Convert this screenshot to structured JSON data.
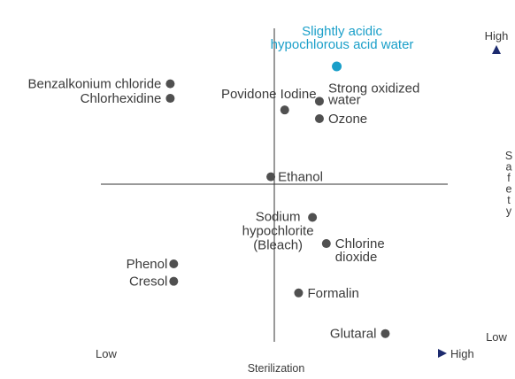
{
  "chart_data": {
    "type": "scatter",
    "title": "",
    "xlabel": "Sterilization",
    "ylabel": "Safety",
    "x_low": "Low",
    "x_high": "High",
    "y_low": "Low",
    "y_high": "High",
    "highlight_color": "#1a9fc9",
    "point_color": "#505050",
    "axis_gradient": [
      "#2aa8d8",
      "#1c2a6e"
    ],
    "points": [
      {
        "id": "slightly-acidic-hypochlorous-acid-water",
        "lines": [
          "Slightly acidic",
          "hypochlorous acid water"
        ],
        "x": 0.68,
        "y": 0.93,
        "highlight": true
      },
      {
        "id": "benzalkonium-chloride",
        "lines": [
          "Benzalkonium chloride"
        ],
        "x": 0.2,
        "y": 0.87
      },
      {
        "id": "chlorhexidine",
        "lines": [
          "Chlorhexidine"
        ],
        "x": 0.2,
        "y": 0.82
      },
      {
        "id": "povidone-iodine",
        "lines": [
          "Povidone Iodine"
        ],
        "x": 0.53,
        "y": 0.78
      },
      {
        "id": "strong-oxidized-water",
        "lines": [
          "Strong oxidized",
          "water"
        ],
        "x": 0.63,
        "y": 0.81
      },
      {
        "id": "ozone",
        "lines": [
          "Ozone"
        ],
        "x": 0.63,
        "y": 0.75
      },
      {
        "id": "ethanol",
        "lines": [
          "Ethanol"
        ],
        "x": 0.49,
        "y": 0.55
      },
      {
        "id": "sodium-hypochlorite",
        "lines": [
          "Sodium",
          "hypochlorite",
          "(Bleach)"
        ],
        "x": 0.61,
        "y": 0.41
      },
      {
        "id": "chlorine-dioxide",
        "lines": [
          "Chlorine",
          "dioxide"
        ],
        "x": 0.65,
        "y": 0.32
      },
      {
        "id": "phenol",
        "lines": [
          "Phenol"
        ],
        "x": 0.21,
        "y": 0.25
      },
      {
        "id": "cresol",
        "lines": [
          "Cresol"
        ],
        "x": 0.21,
        "y": 0.19
      },
      {
        "id": "formalin",
        "lines": [
          "Formalin"
        ],
        "x": 0.57,
        "y": 0.15
      },
      {
        "id": "glutaral",
        "lines": [
          "Glutaral"
        ],
        "x": 0.82,
        "y": 0.01
      }
    ]
  }
}
